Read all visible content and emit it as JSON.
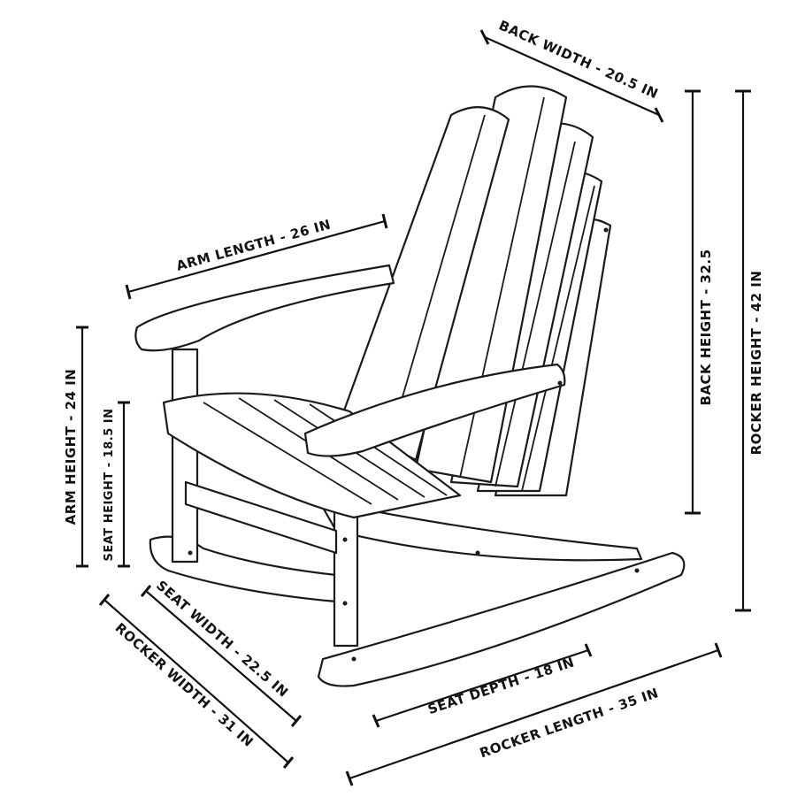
{
  "dimensions": {
    "back_width": "BACK WIDTH - 20.5 IN",
    "back_height": "BACK HEIGHT - 32.5",
    "rocker_height": "ROCKER HEIGHT - 42 IN",
    "arm_length": "ARM LENGTH - 26 IN",
    "arm_height": "ARM HEIGHT - 24 IN",
    "seat_height": "SEAT HEIGHT - 18.5 IN",
    "seat_width": "SEAT WIDTH - 22.5 IN",
    "rocker_width": "ROCKER WIDTH - 31 IN",
    "seat_depth": "SEAT DEPTH - 18 IN",
    "rocker_length": "ROCKER LENGTH - 35 IN"
  }
}
